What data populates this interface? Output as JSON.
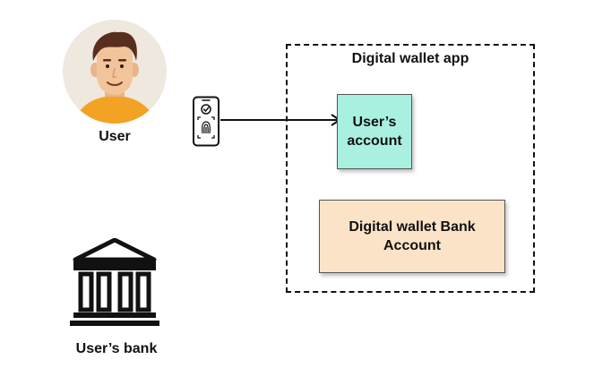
{
  "user": {
    "label": "User",
    "avatar_icon": "user-avatar-icon"
  },
  "phone": {
    "icon": "smartphone-fingerprint-icon"
  },
  "app": {
    "title": "Digital wallet app",
    "user_account_label": "User’s\naccount",
    "bank_account_label": "Digital wallet Bank\nAccount"
  },
  "bank": {
    "label": "User’s bank",
    "icon": "bank-building-icon"
  },
  "colors": {
    "user_account_fill": "#a9f0e1",
    "bank_account_fill": "#fbe3c8",
    "avatar_bg": "#efe8de",
    "shirt": "#f2a324",
    "skin": "#f1c49a",
    "hair": "#5a2e1e",
    "stroke": "#111111"
  }
}
